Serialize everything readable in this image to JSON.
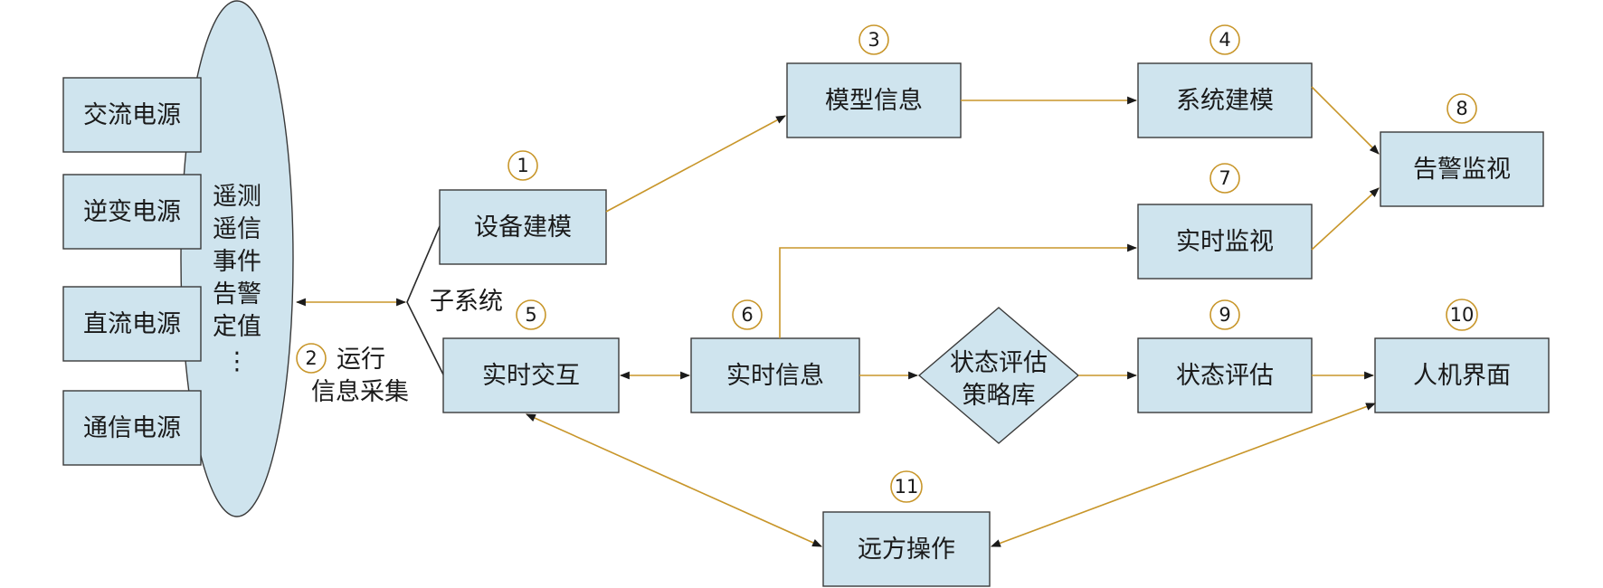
{
  "sources": [
    "交流电源",
    "逆变电源",
    "直流电源",
    "通信电源"
  ],
  "signals": [
    "遥测",
    "遥信",
    "事件",
    "告警",
    "定值",
    "⋮"
  ],
  "collect": {
    "number": "2",
    "line1": "运行",
    "line2": "信息采集"
  },
  "subsystem_label": "子系统",
  "boxes": {
    "device_modeling": {
      "number": "1",
      "label": "设备建模"
    },
    "model_info": {
      "number": "3",
      "label": "模型信息"
    },
    "system_modeling": {
      "number": "4",
      "label": "系统建模"
    },
    "realtime_interaction": {
      "number": "5",
      "label": "实时交互"
    },
    "realtime_info": {
      "number": "6",
      "label": "实时信息"
    },
    "realtime_monitor": {
      "number": "7",
      "label": "实时监视"
    },
    "alarm_monitor": {
      "number": "8",
      "label": "告警监视"
    },
    "state_eval": {
      "number": "9",
      "label": "状态评估"
    },
    "hmi": {
      "number": "10",
      "label": "人机界面"
    },
    "remote_op": {
      "number": "11",
      "label": "远方操作"
    }
  },
  "strategy": {
    "line1": "状态评估",
    "line2": "策略库"
  }
}
